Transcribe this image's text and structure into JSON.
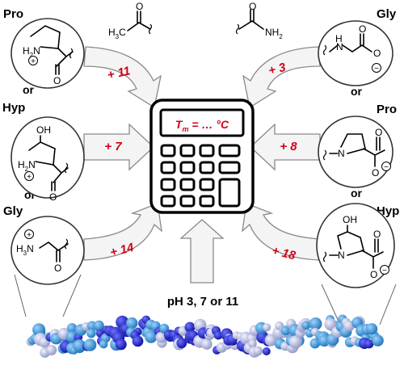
{
  "left_residues": [
    {
      "name": "Pro",
      "connector": ""
    },
    {
      "name": "Hyp",
      "connector": "or"
    },
    {
      "name": "Gly",
      "connector": "or"
    }
  ],
  "right_residues": [
    {
      "name": "Gly",
      "connector": ""
    },
    {
      "name": "Pro",
      "connector": "or"
    },
    {
      "name": "Hyp",
      "connector": "or"
    }
  ],
  "left_increments": [
    "+ 11",
    "+ 7",
    "+ 14"
  ],
  "right_increments": [
    "+ 3",
    "+ 8",
    "+ 18"
  ],
  "caps": {
    "acetyl": {
      "h3c": "H",
      "h3c_sub": "3",
      "h3c_tail": "C",
      "o": "O"
    },
    "amide": {
      "o": "O",
      "nh2": "NH",
      "nh2_sub": "2"
    }
  },
  "atoms": {
    "oh": "OH",
    "h2n": "H",
    "h2n_sub": "2",
    "h3n": "H",
    "h3n_sub": "3",
    "n": "N",
    "o": "O",
    "h_n": "H",
    "plus": "+",
    "minus": "−"
  },
  "calculator": {
    "t": "T",
    "t_sub": "m",
    "suffix": " = … °C"
  },
  "condition": "pH 3, 7 or 11",
  "colors": {
    "increment_red": "#d0021b",
    "helix_dark_blue": "#1418c8",
    "helix_mid_blue": "#3f9ad8",
    "helix_light": "#aeb4d9"
  }
}
